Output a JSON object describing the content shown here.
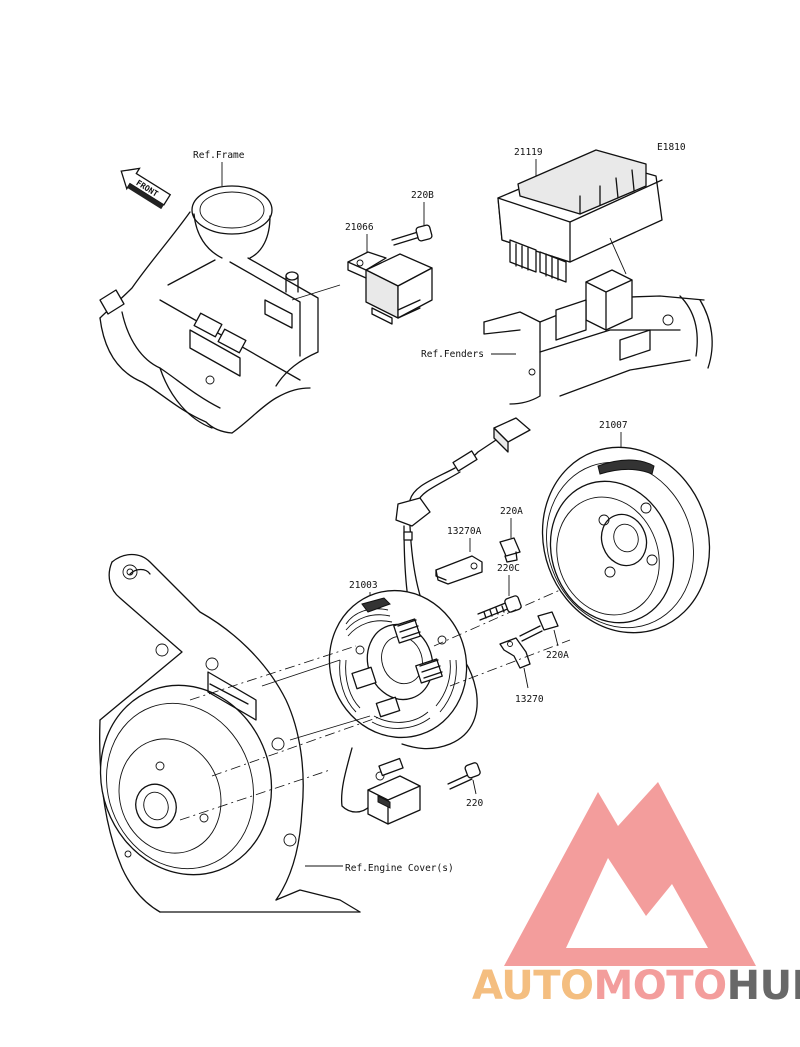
{
  "diagram_code": "E1810",
  "front_label": "FRONT",
  "refs": {
    "frame": "Ref.Frame",
    "fenders": "Ref.Fenders",
    "engine_cover": "Ref.Engine Cover(s)"
  },
  "parts": [
    {
      "id": "p21119",
      "number": "21119"
    },
    {
      "id": "p220b",
      "number": "220B"
    },
    {
      "id": "p21066",
      "number": "21066"
    },
    {
      "id": "p21007",
      "number": "21007"
    },
    {
      "id": "p220a_top",
      "number": "220A"
    },
    {
      "id": "p13270a",
      "number": "13270A"
    },
    {
      "id": "p220c",
      "number": "220C"
    },
    {
      "id": "p21003",
      "number": "21003"
    },
    {
      "id": "p220a_low",
      "number": "220A"
    },
    {
      "id": "p13270",
      "number": "13270"
    },
    {
      "id": "p220",
      "number": "220"
    }
  ],
  "watermark": {
    "part1": "AUTO",
    "part2": "MOTO",
    "part3": "HUB",
    "color_light": "#f3b66f",
    "color_pink": "#f2908f",
    "color_dark": "#545454"
  }
}
